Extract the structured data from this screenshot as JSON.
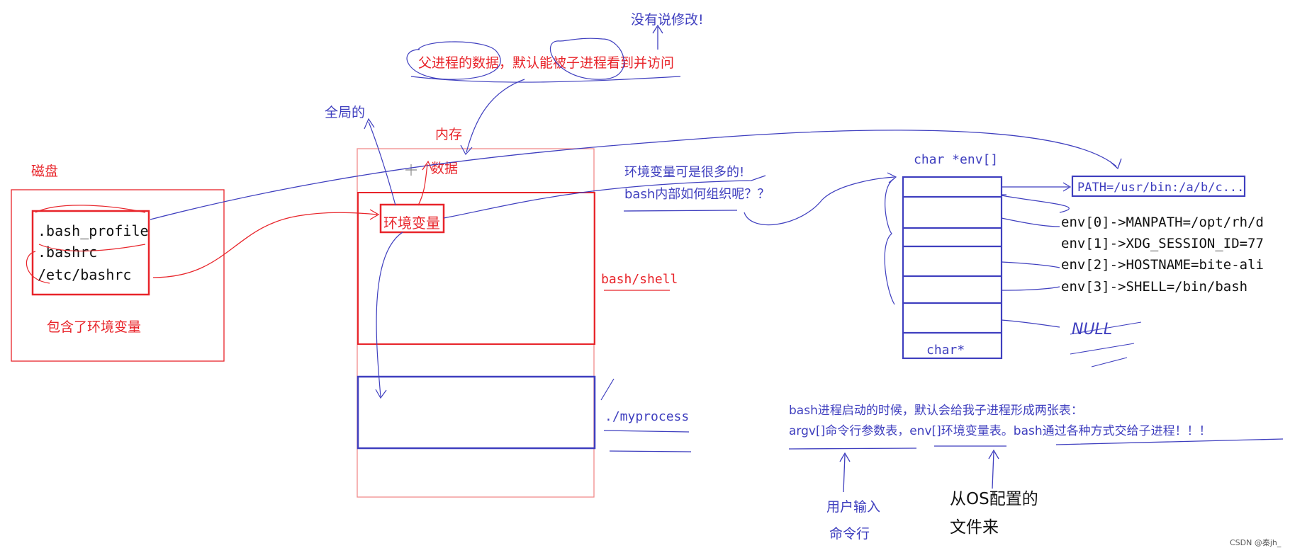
{
  "colors": {
    "red": "#e8242a",
    "blue": "#3f3fbf",
    "pale_red": "#f08c8c",
    "dark": "#111111",
    "gray": "#555555"
  },
  "disk": {
    "title": "磁盘",
    "files": [
      ".bash_profile",
      ".bashrc",
      "/etc/bashrc"
    ],
    "caption": "包含了环境变量"
  },
  "memory": {
    "title": "内存",
    "data_label": "数据",
    "env_var_box": "环境变量",
    "global_label": "全局的",
    "bash_label": "bash/shell",
    "process_label": "./myprocess"
  },
  "notes": {
    "no_modify": "没有说修改!",
    "parent_data": "父进程的数据，默认能被子进程看到并访问",
    "many_env": "环境变量可是很多的!",
    "how_organize": "bash内部如何组织呢？？"
  },
  "env_table": {
    "header": "char *env[]",
    "footer": "char*",
    "path_entry": "PATH=/usr/bin:/a/b/c...",
    "entries": [
      "env[0]->MANPATH=/opt/rh/d",
      "env[1]->XDG_SESSION_ID=77",
      "env[2]->HOSTNAME=bite-ali",
      "env[3]->SHELL=/bin/bash"
    ],
    "null_label": "NULL"
  },
  "bottom": {
    "line1": "bash进程启动的时候，默认会给我子进程形成两张表：",
    "line2": "argv[]命令行参数表，env[]环境变量表。bash通过各种方式交给子进程！！！",
    "user_input": "用户输入",
    "command_line": "命令行",
    "from_os_1": "从OS配置的",
    "from_os_2": "文件来"
  },
  "watermark": "CSDN @秦jh_"
}
